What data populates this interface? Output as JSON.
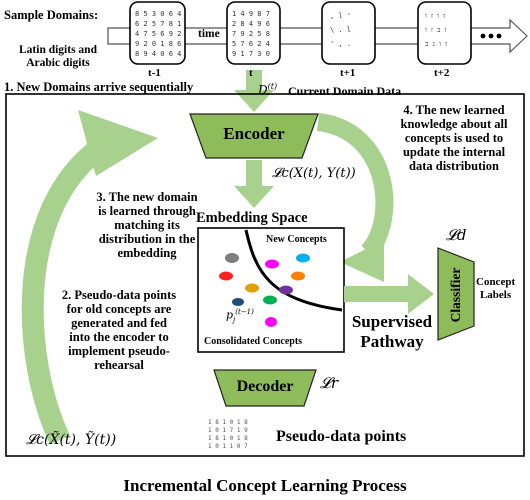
{
  "header": {
    "sample_domains_label": "Sample Domains:",
    "sample_domains_desc": [
      "Latin digits and",
      "Arabic digits"
    ],
    "time_label": "time",
    "timesteps": [
      "t-1",
      "t",
      "t+1",
      "t+2"
    ],
    "domain_symbol": "D",
    "domain_superscript": "(t)",
    "current_domain_label": "Current Domain Data"
  },
  "steps": {
    "step1": "1. New Domains arrive sequentially",
    "step2": [
      "2. Pseudo-data points",
      "for old concepts are",
      "generated and fed",
      "into the encoder to",
      "implement pseudo-",
      "rehearsal"
    ],
    "step3": [
      "3. The new domain",
      "is learned through",
      "matching its",
      "distribution in the",
      "embedding"
    ],
    "step4": [
      "4. The new learned",
      "knowledge about all",
      "concepts is used to",
      "update the internal",
      "data distribution"
    ]
  },
  "blocks": {
    "encoder": "Encoder",
    "decoder": "Decoder",
    "classifier": "Classifier",
    "embedding_space": "Embedding Space",
    "new_concepts": "New Concepts",
    "consolidated_concepts": "Consolidated Concepts",
    "concept_labels": [
      "Concept",
      "Labels"
    ],
    "supervised_pathway": [
      "Supervised",
      "Pathway"
    ],
    "pseudo_data_points": "Pseudo-data points",
    "embedding_point": "p",
    "embedding_point_sub": "j",
    "embedding_point_sup": "(t−1)"
  },
  "losses": {
    "lc_main": "𝓛c(X(t), Y(t))",
    "ld": "𝓛d",
    "lr": "𝓛r",
    "lc_pseudo": "𝓛c(X̃(t), Ỹ(t))"
  },
  "footer": {
    "title": "Incremental Concept Learning Process"
  },
  "colors": {
    "block_green": "#8fbc5a",
    "arrow_green": "#a9d18e",
    "blob_colors": [
      "#ff2020",
      "#e0a000",
      "#ff00ff",
      "#00b0f0",
      "#7030a0",
      "#00b050",
      "#7f7f7f",
      "#ff7f00",
      "#1f4e79",
      "#ffc000"
    ]
  }
}
